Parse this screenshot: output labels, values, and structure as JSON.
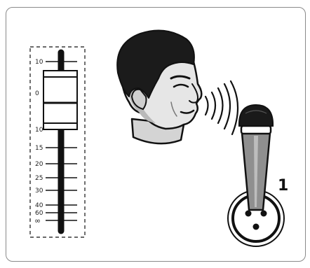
{
  "fader": {
    "scale_labels": [
      "10",
      "0",
      "10",
      "15",
      "20",
      "25",
      "30",
      "40",
      "60",
      "∞"
    ]
  },
  "input": {
    "channel_number": "1"
  },
  "icons": {
    "head": "head-speaking-icon",
    "sound_waves": "sound-waves-icon",
    "microphone": "microphone-icon",
    "xlr_connector": "xlr-connector-icon"
  },
  "colors": {
    "outline": "#111111",
    "mic_body": "#8f8f8f",
    "mic_grille": "#1a1a1a",
    "face_shade": "#d4d4d4",
    "hair": "#1b1b1b"
  }
}
